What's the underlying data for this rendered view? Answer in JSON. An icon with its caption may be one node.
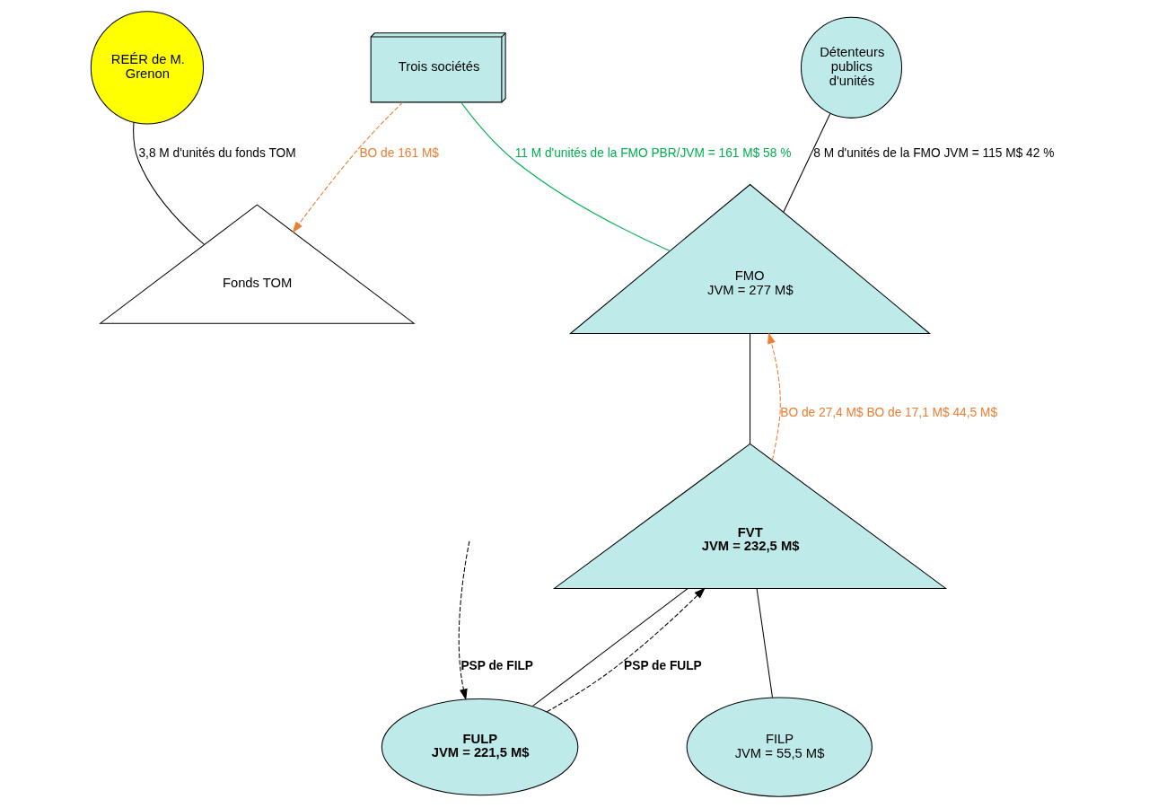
{
  "diagram": {
    "nodes": [
      {
        "text": [
          "REÉR de M. Grenon"
        ]
      },
      {
        "text": [
          "Fonds TOM"
        ]
      },
      {
        "text": [
          "Trois sociétés"
        ]
      },
      {
        "text": [
          "Détenteurs publics d'unités"
        ]
      },
      {
        "text": [
          "FMO",
          "JVM = 277 M$"
        ]
      },
      {
        "text": [
          "FVT",
          "JVM = 232,5 M$"
        ]
      },
      {
        "text": [
          "FULP",
          "JVM = 221,5 M$"
        ]
      },
      {
        "text": [
          "FILP",
          "JVM = 55,5 M$"
        ]
      }
    ],
    "edges": [
      {
        "from": 0,
        "to": 1,
        "arrow": "none",
        "label": "3,8 M d'unités du fonds TOM"
      },
      {
        "from": 2,
        "to": 1,
        "arrow": "to",
        "label": "BO de 161 M$",
        "style": "dashed",
        "color": "#ed7d31"
      },
      {
        "from": 2,
        "to": 4,
        "arrow": "none",
        "label": "11 M d'unités de la FMO PBR/JVM = 161 M$ 58 %",
        "color": "#00b050"
      },
      {
        "from": 3,
        "to": 4,
        "arrow": "none",
        "label": "8 M d'unités de la FMO JVM = 115 M$ 42 %"
      },
      {
        "from": 4,
        "to": 5,
        "arrow": "none"
      },
      {
        "from": 5,
        "to": 4,
        "arrow": "to",
        "label": "BO de 27,4 M$ BO de 17,1 M$ 44,5 M$",
        "style": "dashed",
        "color": "#ed7d31"
      },
      {
        "from": 5,
        "to": 6,
        "arrow": "none"
      },
      {
        "from": 5,
        "to": 7,
        "arrow": "none"
      },
      {
        "from": 6,
        "to": 5,
        "arrow": "to",
        "label": "PSP de FULP",
        "style": "dashed"
      },
      {
        "from": null,
        "to": 6,
        "arrow": "to",
        "label": "PSP de FILP",
        "style": "dashed"
      }
    ]
  }
}
